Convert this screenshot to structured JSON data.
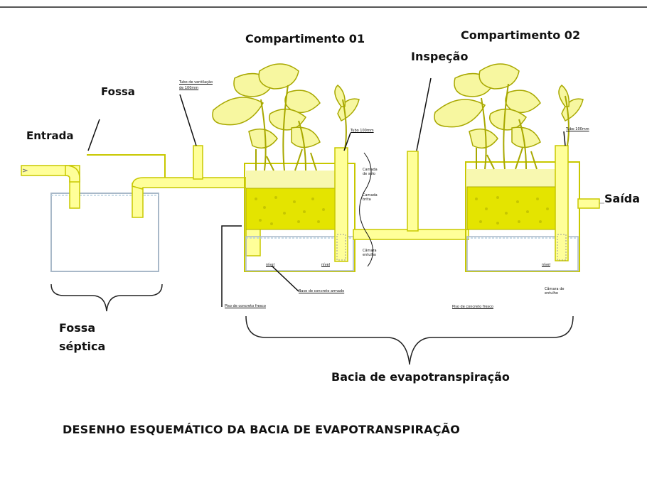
{
  "colors": {
    "pipe": "#ffff99",
    "pipe_outline": "#c8c800",
    "plant": "#f7f7a0",
    "plant_outline": "#a8a800",
    "gravel": "#e4e400",
    "tank_outline": "#a8b8c8",
    "text": "#111111"
  },
  "labels": {
    "fossa": "Fossa",
    "entrada": "Entrada",
    "fossa_septica_1": "Fossa",
    "fossa_septica_2": "séptica",
    "compartimento_01": "Compartimento 01",
    "compartimento_02": "Compartimento 02",
    "inspecao": "Inspeção",
    "saida": "Saída",
    "bacia": "Bacia de evapotranspiração",
    "titulo": "DESENHO ESQUEMÁTICO DA BACIA DE EVAPOTRANSPIRAÇÃO"
  }
}
